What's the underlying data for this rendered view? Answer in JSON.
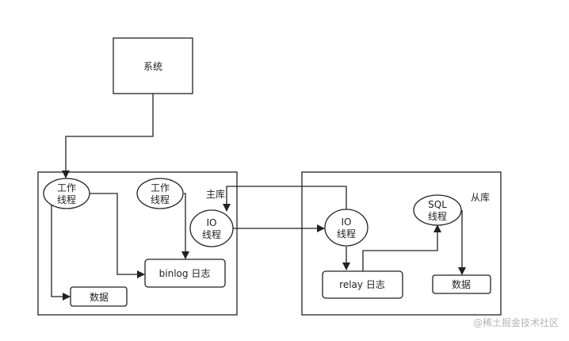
{
  "nodes": {
    "system": "系统",
    "main_worker1": [
      "工作",
      "线程"
    ],
    "main_worker2": [
      "工作",
      "线程"
    ],
    "main_io": [
      "IO",
      "线程"
    ],
    "main_binlog": "binlog 日志",
    "main_data": "数据",
    "slave_io": [
      "IO",
      "线程"
    ],
    "slave_sql": [
      "SQL",
      "线程"
    ],
    "slave_relay": "relay 日志",
    "slave_data": "数据"
  },
  "labels": {
    "master": "主库",
    "slave": "从库"
  },
  "watermark": "@稀土掘金技术社区",
  "colors": {
    "stroke": "#222222",
    "background": "#ffffff",
    "watermark": "#b5b5b5"
  }
}
